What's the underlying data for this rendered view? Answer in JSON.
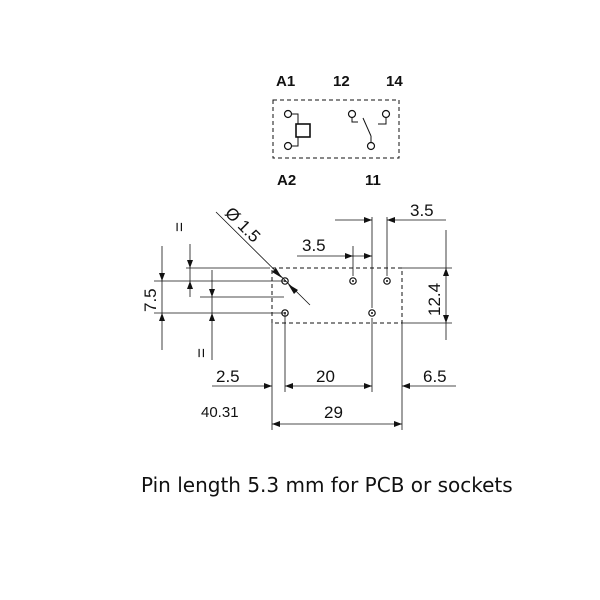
{
  "schematic": {
    "pin_a1": "A1",
    "pin_12": "12",
    "pin_14": "14",
    "pin_a2": "A2",
    "pin_11": "11"
  },
  "dimensions": {
    "hole_diameter": "Ø 1.5",
    "top_spacing": "3.5",
    "inner_spacing": "3.5",
    "height_right": "12.4",
    "height_left": "7.5",
    "equal_top": "=",
    "equal_bottom": "=",
    "offset_left": "2.5",
    "pitch_center": "20",
    "offset_right": "6.5",
    "total_width": "29",
    "reference": "40.31"
  },
  "caption": "Pin length 5.3 mm for PCB or sockets"
}
